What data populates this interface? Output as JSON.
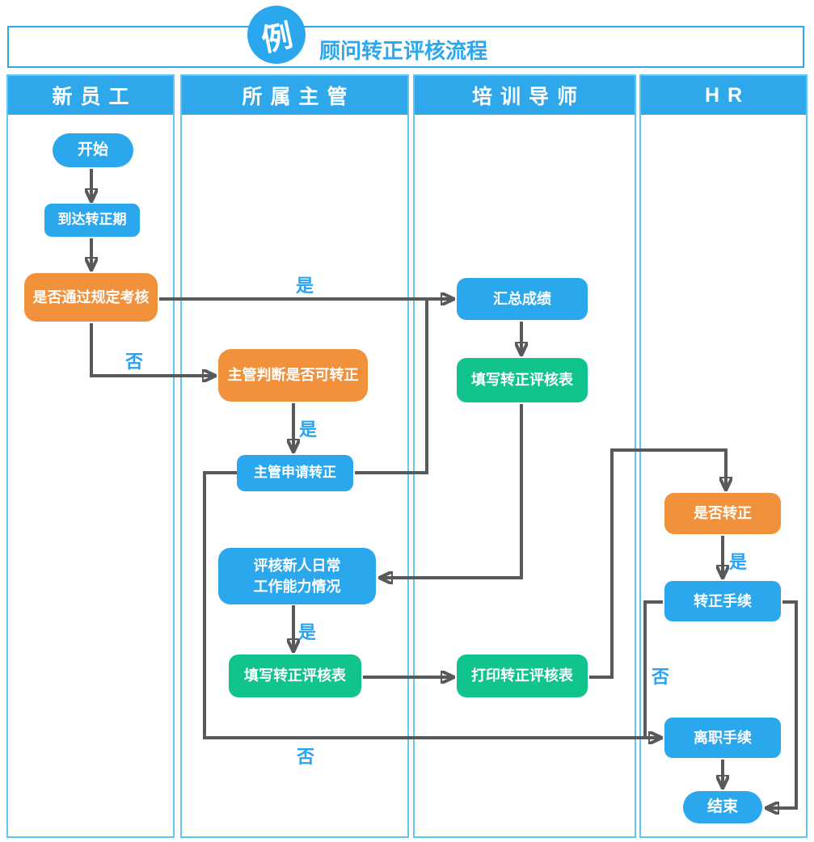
{
  "title": {
    "badge": "例",
    "text": "顾问转正评核流程"
  },
  "lanes": [
    {
      "label": "新员工"
    },
    {
      "label": "所属主管"
    },
    {
      "label": "培训导师"
    },
    {
      "label": "HR"
    }
  ],
  "nodes": {
    "start": "开始",
    "reach_period": "到达转正期",
    "pass_exam": "是否通过规定考核",
    "supervisor_judge": "主管判断是否可转正",
    "supervisor_apply": "主管申请转正",
    "evaluate_daily": "评核新人日常\n工作能力情况",
    "fill_form_supervisor": "填写转正评核表",
    "summarize": "汇总成绩",
    "fill_form_mentor": "填写转正评核表",
    "print_form": "打印转正评核表",
    "is_regularized": "是否转正",
    "regularize_procedure": "转正手续",
    "resign_procedure": "离职手续",
    "end": "结束"
  },
  "edge_labels": {
    "pass_yes": "是",
    "pass_no": "否",
    "judge_yes": "是",
    "evaluate_yes": "是",
    "regular_yes": "是",
    "procedure_no": "否",
    "apply_no": "否"
  },
  "edges": [
    {
      "from": "开始",
      "to": "到达转正期",
      "label": ""
    },
    {
      "from": "到达转正期",
      "to": "是否通过规定考核",
      "label": ""
    },
    {
      "from": "是否通过规定考核",
      "to": "汇总成绩",
      "label": "是"
    },
    {
      "from": "是否通过规定考核",
      "to": "主管判断是否可转正",
      "label": "否"
    },
    {
      "from": "主管判断是否可转正",
      "to": "主管申请转正",
      "label": "是"
    },
    {
      "from": "主管申请转正",
      "to": "汇总成绩",
      "label": ""
    },
    {
      "from": "主管申请转正",
      "to": "离职手续",
      "label": "否"
    },
    {
      "from": "汇总成绩",
      "to": "填写转正评核表(培训导师)",
      "label": ""
    },
    {
      "from": "填写转正评核表(培训导师)",
      "to": "评核新人日常工作能力情况",
      "label": ""
    },
    {
      "from": "评核新人日常工作能力情况",
      "to": "填写转正评核表(所属主管)",
      "label": "是"
    },
    {
      "from": "填写转正评核表(所属主管)",
      "to": "打印转正评核表",
      "label": ""
    },
    {
      "from": "打印转正评核表",
      "to": "是否转正",
      "label": ""
    },
    {
      "from": "是否转正",
      "to": "转正手续",
      "label": "是"
    },
    {
      "from": "转正手续",
      "to": "离职手续",
      "label": "否"
    },
    {
      "from": "转正手续",
      "to": "结束",
      "label": ""
    },
    {
      "from": "离职手续",
      "to": "结束",
      "label": ""
    }
  ],
  "colors": {
    "node_blue": "#2ba7ee",
    "node_orange": "#f2913c",
    "node_green": "#11c38c",
    "lane_header_blue": "#2ea8ea",
    "lane_border_blue": "#5fc6f3",
    "arrow_gray": "#58595b",
    "label_text_blue": "#29a2f2",
    "title_blue": "#2ba7ee"
  }
}
